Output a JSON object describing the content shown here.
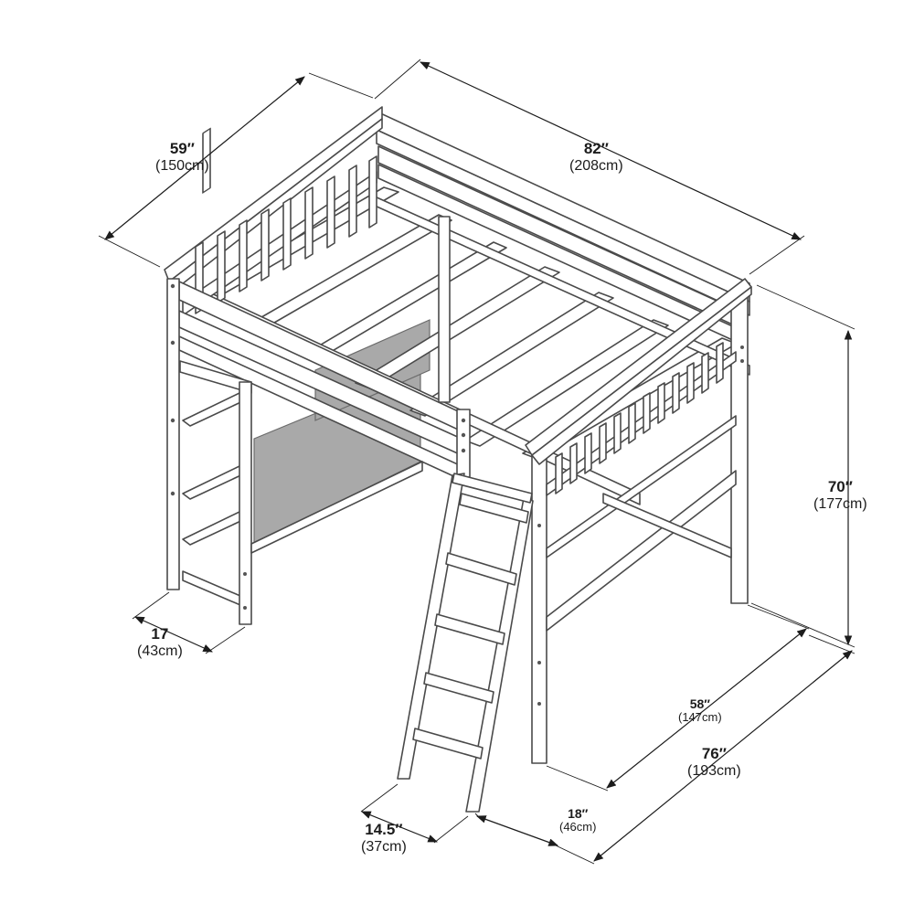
{
  "dimensions": {
    "depth": {
      "imperial": "59″",
      "metric": "(150cm)"
    },
    "length": {
      "imperial": "82″",
      "metric": "(208cm)"
    },
    "height": {
      "imperial": "70″",
      "metric": "(177cm)"
    },
    "shelf_depth": {
      "imperial": "17",
      "metric": "(43cm)"
    },
    "ladder_width": {
      "imperial": "14.5″",
      "metric": "(37cm)"
    },
    "ladder_offset": {
      "imperial": "18″",
      "metric": "(46cm)"
    },
    "inner_width": {
      "imperial": "58″",
      "metric": "(147cm)"
    },
    "total_width": {
      "imperial": "76″",
      "metric": "(193cm)"
    }
  },
  "colors": {
    "line": "#4a4a4a",
    "shade": "#a9a9a9",
    "dimension": "#1c1c1c"
  }
}
